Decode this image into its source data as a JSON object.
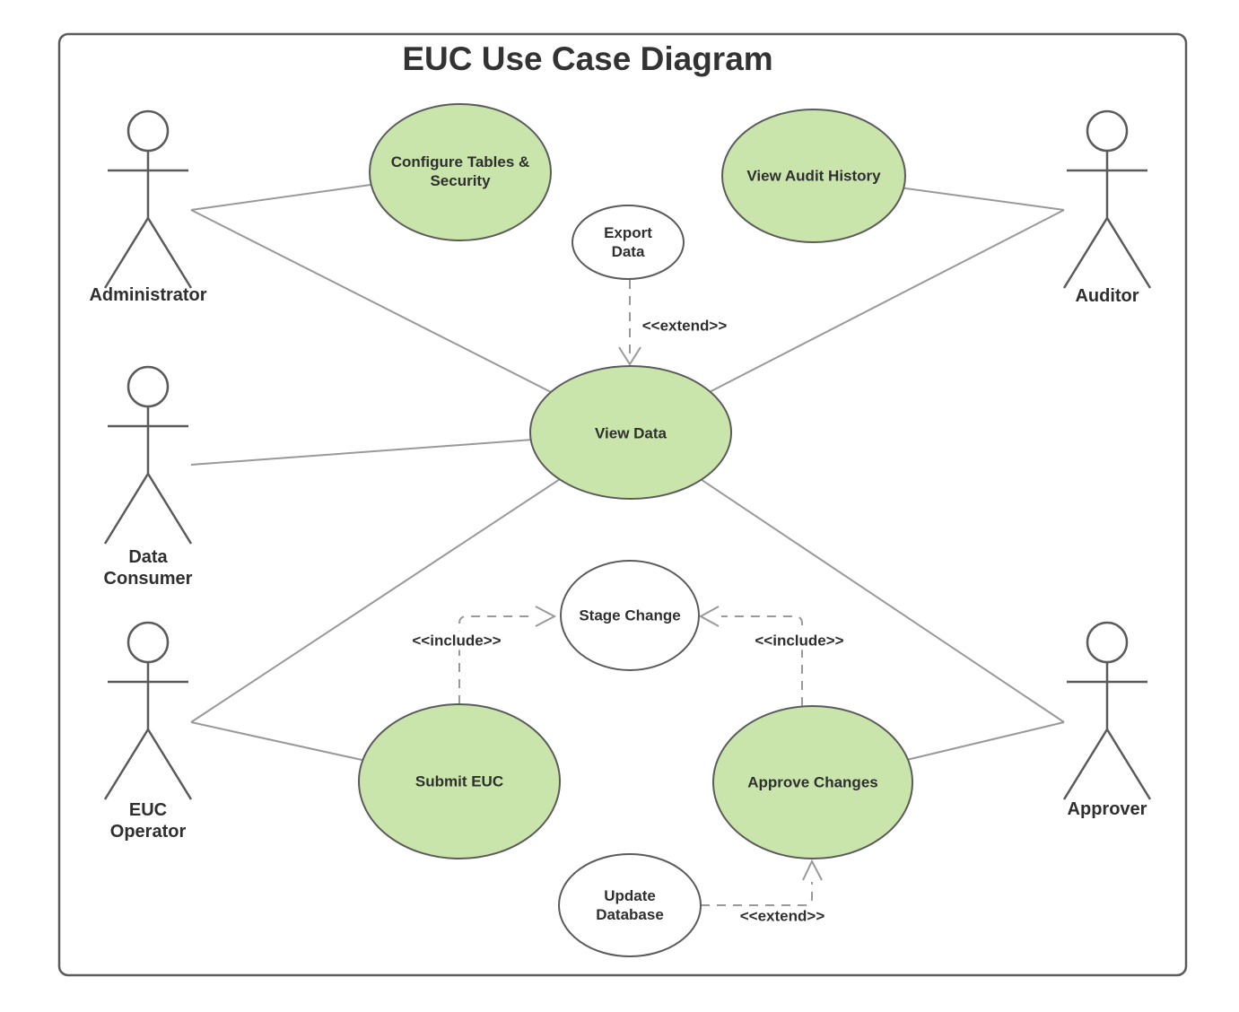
{
  "diagram": {
    "title": "EUC Use Case Diagram",
    "type": "uml-use-case"
  },
  "colors": {
    "use_case_green": "#c9e5ab",
    "use_case_white": "#ffffff",
    "shape_stroke": "#5b5b5b",
    "connector": "#999999",
    "text": "#2f2f2f"
  },
  "actors": [
    {
      "id": "administrator",
      "label": "Administrator"
    },
    {
      "id": "data-consumer",
      "label": "Data Consumer"
    },
    {
      "id": "euc-operator",
      "label": "EUC Operator"
    },
    {
      "id": "auditor",
      "label": "Auditor"
    },
    {
      "id": "approver",
      "label": "Approver"
    }
  ],
  "use_cases": [
    {
      "id": "configure-tables-security",
      "label": "Configure Tables & Security",
      "fill": "green"
    },
    {
      "id": "view-audit-history",
      "label": "View Audit History",
      "fill": "green"
    },
    {
      "id": "export-data",
      "label": "Export Data",
      "fill": "white"
    },
    {
      "id": "view-data",
      "label": "View Data",
      "fill": "green"
    },
    {
      "id": "stage-change",
      "label": "Stage Change",
      "fill": "white"
    },
    {
      "id": "submit-euc",
      "label": "Submit EUC",
      "fill": "green"
    },
    {
      "id": "approve-changes",
      "label": "Approve Changes",
      "fill": "green"
    },
    {
      "id": "update-database",
      "label": "Update Database",
      "fill": "white"
    }
  ],
  "relationships": [
    {
      "from": "Administrator",
      "to": "Configure Tables & Security",
      "type": "association"
    },
    {
      "from": "Administrator",
      "to": "View Data",
      "type": "association"
    },
    {
      "from": "Data Consumer",
      "to": "View Data",
      "type": "association"
    },
    {
      "from": "EUC Operator",
      "to": "View Data",
      "type": "association"
    },
    {
      "from": "EUC Operator",
      "to": "Submit EUC",
      "type": "association"
    },
    {
      "from": "Auditor",
      "to": "View Audit History",
      "type": "association"
    },
    {
      "from": "Auditor",
      "to": "View Data",
      "type": "association"
    },
    {
      "from": "Approver",
      "to": "View Data",
      "type": "association"
    },
    {
      "from": "Approver",
      "to": "Approve Changes",
      "type": "association"
    },
    {
      "from": "Export Data",
      "to": "View Data",
      "type": "extend",
      "label": "<<extend>>"
    },
    {
      "from": "Submit EUC",
      "to": "Stage Change",
      "type": "include",
      "label": "<<include>>"
    },
    {
      "from": "Approve Changes",
      "to": "Stage Change",
      "type": "include",
      "label": "<<include>>"
    },
    {
      "from": "Update Database",
      "to": "Approve Changes",
      "type": "extend",
      "label": "<<extend>>"
    }
  ]
}
